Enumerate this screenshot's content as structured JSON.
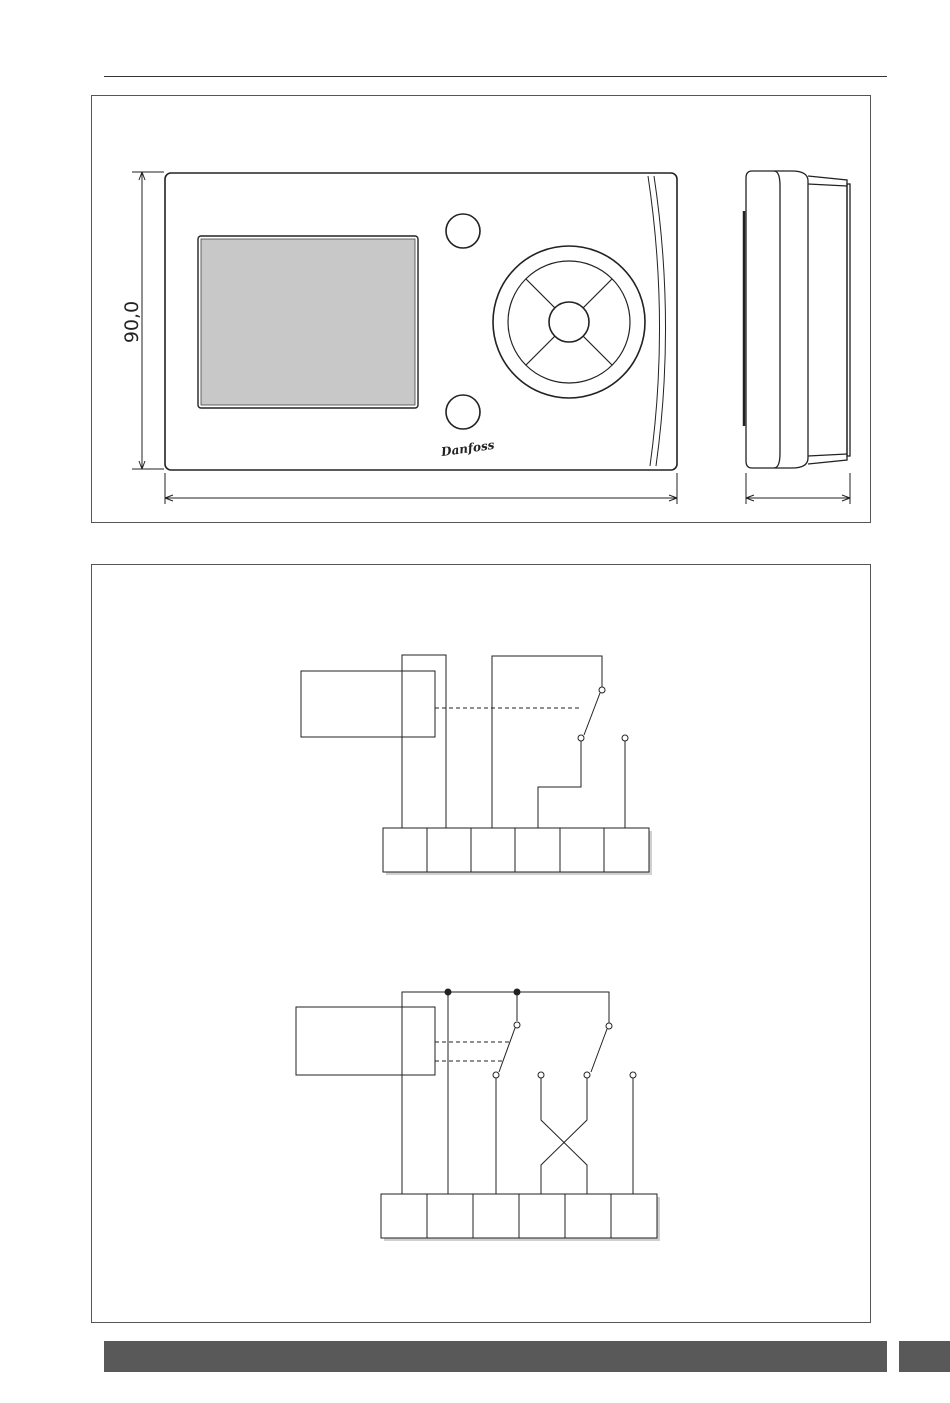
{
  "drawing": {
    "height_dimension": "90,0",
    "brand_logo_text": "Danfoss"
  },
  "colors": {
    "line": "#222222",
    "display_fill": "#c8c8c8",
    "footer": "#595959",
    "frame": "#555555"
  },
  "icons": {
    "top_button": "round-button-icon",
    "bottom_button": "round-button-icon",
    "nav_pad": "four-way-navigation-pad-icon",
    "logo": "brand-logo-icon"
  },
  "wiring": {
    "diagram_1_terminal_count": 6,
    "diagram_2_terminal_count": 6
  }
}
